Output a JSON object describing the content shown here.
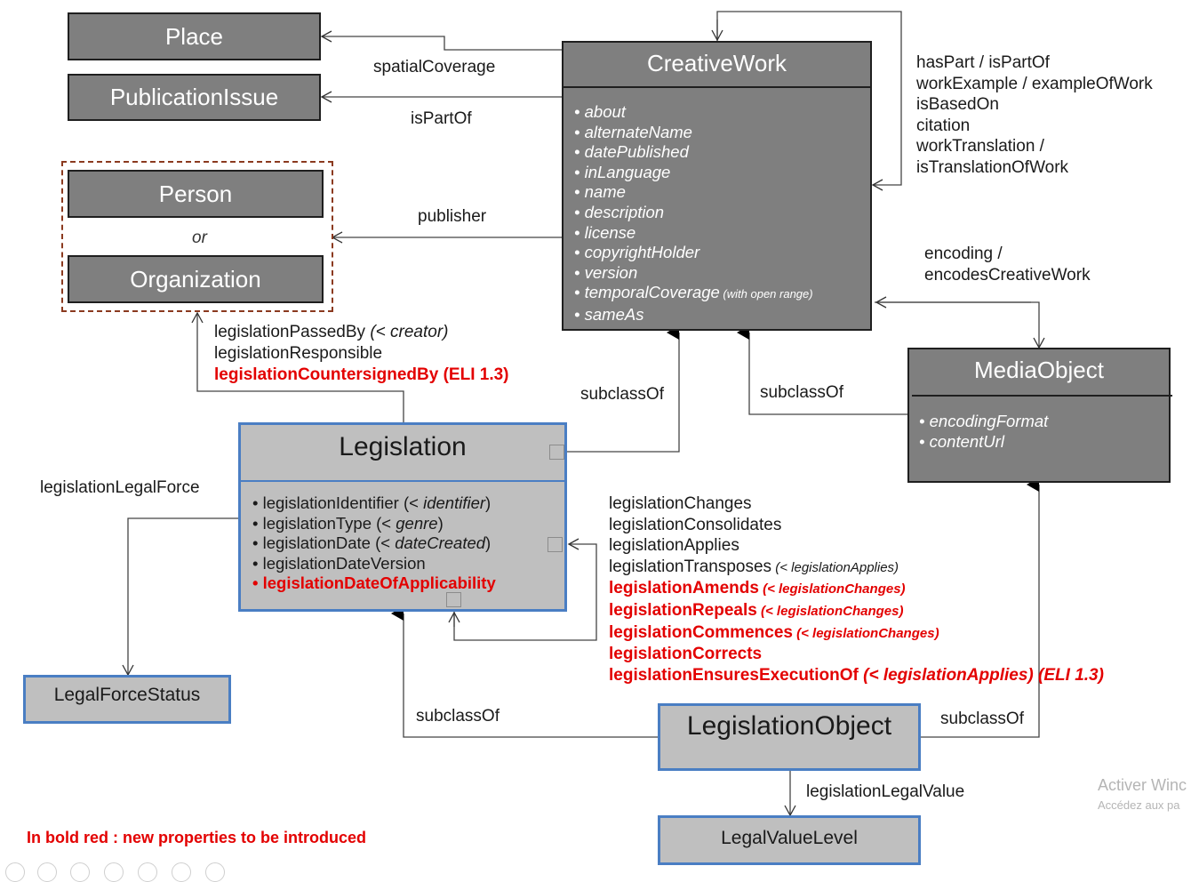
{
  "classes": {
    "place": "Place",
    "publication_issue": "PublicationIssue",
    "person": "Person",
    "or_text": "or",
    "organization": "Organization",
    "creative_work": {
      "title": "CreativeWork",
      "properties": [
        "about",
        "alternateName",
        "datePublished",
        "inLanguage",
        "name",
        "description",
        "license",
        "copyrightHolder",
        "version",
        "temporalCoverage",
        "sameAs"
      ],
      "temporal_note": "(with open range)"
    },
    "media_object": {
      "title": "MediaObject",
      "properties": [
        "encodingFormat",
        "contentUrl"
      ]
    },
    "legislation": {
      "title": "Legislation",
      "properties": [
        {
          "name": "legislationIdentifier",
          "note": "(< ",
          "note_it": "identifier",
          "note_end": ")",
          "new": false
        },
        {
          "name": "legislationType",
          "note": "(< ",
          "note_it": "genre",
          "note_end": ")",
          "new": false
        },
        {
          "name": "legislationDate",
          "note": "(< ",
          "note_it": "dateCreated",
          "note_end": ")",
          "new": false
        },
        {
          "name": "legislationDateVersion",
          "note": "",
          "note_it": "",
          "note_end": "",
          "new": false
        },
        {
          "name": "legislationDateOfApplicability",
          "note": "",
          "note_it": "",
          "note_end": "",
          "new": true
        }
      ]
    },
    "legal_force_status": "LegalForceStatus",
    "legislation_object": "LegislationObject",
    "legal_value_level": "LegalValueLevel"
  },
  "relations": {
    "spatial_coverage": "spatialCoverage",
    "is_part_of": "isPartOf",
    "publisher": "publisher",
    "self_relations": [
      "hasPart / isPartOf",
      "workExample / exampleOfWork",
      "isBasedOn",
      "citation",
      "workTranslation /",
      "isTranslationOfWork"
    ],
    "encoding": [
      "encoding /",
      "encodesCreativeWork"
    ],
    "legislation_passed_by": "legislationPassedBy",
    "legislation_passed_by_note": "(< creator)",
    "legislation_responsible": "legislationResponsible",
    "legislation_countersigned_by": "legislationCountersignedBy (ELI 1.3)",
    "subclass_of": "subclassOf",
    "legislation_legal_force": "legislationLegalForce",
    "legislation_legal_value": "legislationLegalValue",
    "legislation_links": [
      {
        "name": "legislationChanges",
        "note": "",
        "new": false
      },
      {
        "name": "legislationConsolidates",
        "note": "",
        "new": false
      },
      {
        "name": "legislationApplies",
        "note": "",
        "new": false
      },
      {
        "name": "legislationTransposes",
        "note": "(< legislationApplies)",
        "new": false
      },
      {
        "name": "legislationAmends",
        "note": "(< legislationChanges)",
        "new": true
      },
      {
        "name": "legislationRepeals",
        "note": "(< legislationChanges)",
        "new": true
      },
      {
        "name": "legislationCommences",
        "note": "(< legislationChanges)",
        "new": true
      },
      {
        "name": "legislationCorrects",
        "note": "",
        "new": true
      },
      {
        "name": "legislationEnsuresExecutionOf",
        "note": "(< legislationApplies)",
        "suffix": " (ELI 1.3)",
        "new": true
      }
    ]
  },
  "legend": "In bold red : new properties to be introduced",
  "watermark": {
    "line1": "Activer Winc",
    "line2": "Accédez aux pa"
  },
  "colors": {
    "dark_box": "#7f7f7f",
    "light_box": "#bfbfbf",
    "blue_border": "#4a7ec3",
    "new_red": "#e30000"
  }
}
